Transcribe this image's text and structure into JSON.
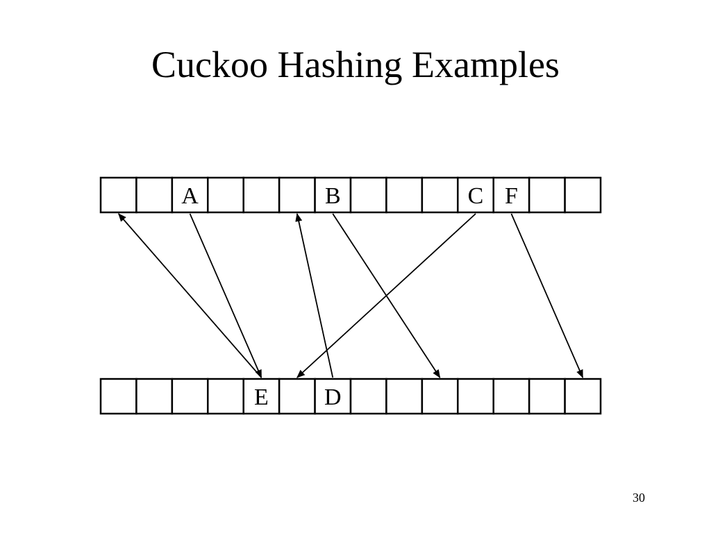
{
  "slide": {
    "title": "Cuckoo Hashing Examples",
    "page_number": "30"
  },
  "tables": [
    {
      "id": "table-1",
      "slot_count": 14,
      "entries": [
        {
          "slot": 2,
          "key": "A"
        },
        {
          "slot": 6,
          "key": "B"
        },
        {
          "slot": 10,
          "key": "C"
        },
        {
          "slot": 11,
          "key": "F"
        }
      ]
    },
    {
      "id": "table-2",
      "slot_count": 14,
      "entries": [
        {
          "slot": 4,
          "key": "E"
        },
        {
          "slot": 6,
          "key": "D"
        }
      ]
    }
  ],
  "hash_links": [
    {
      "from_table": 0,
      "from_slot": 2,
      "to_table": 1,
      "to_slot": 4
    },
    {
      "from_table": 1,
      "from_slot": 4,
      "to_table": 0,
      "to_slot": 0
    },
    {
      "from_table": 1,
      "from_slot": 6,
      "to_table": 0,
      "to_slot": 5
    },
    {
      "from_table": 0,
      "from_slot": 6,
      "to_table": 1,
      "to_slot": 9
    },
    {
      "from_table": 0,
      "from_slot": 10,
      "to_table": 1,
      "to_slot": 5
    },
    {
      "from_table": 0,
      "from_slot": 11,
      "to_table": 1,
      "to_slot": 13
    }
  ]
}
